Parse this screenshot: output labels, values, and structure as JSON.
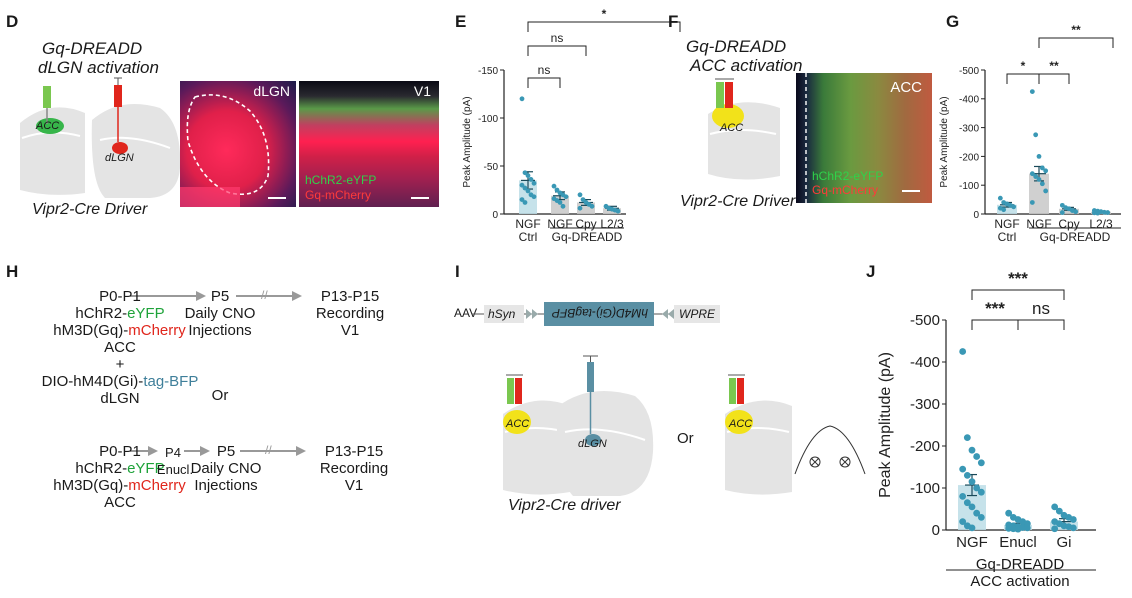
{
  "panels": {
    "D": {
      "label": "D",
      "title_line1": "Gq-DREADD",
      "title_line2": "dLGN activation",
      "region_acc": "ACC",
      "region_dlgn": "dLGN",
      "driver": "Vipr2-Cre Driver",
      "micro_left_label": "dLGN",
      "micro_right_label": "V1",
      "legend_green": "hChR2-eYFP",
      "legend_red": "Gq-mCherry"
    },
    "E": {
      "label": "E",
      "sig_top": "*",
      "sig_mid": "ns",
      "sig_low": "ns",
      "x_group_label": "Gq-DREADD"
    },
    "F": {
      "label": "F",
      "title_line1": "Gq-DREADD",
      "title_line2": "ACC activation",
      "region_acc": "ACC",
      "driver": "Vipr2-Cre Driver",
      "micro_label": "ACC",
      "legend_green": "hChR2-eYFP",
      "legend_red": "Gq-mCherry"
    },
    "G": {
      "label": "G",
      "sig_top": "**",
      "sig_left": "*",
      "sig_right": "**",
      "x_group_label": "Gq-DREADD"
    },
    "H": {
      "label": "H",
      "row1": {
        "p0": "P0-P1",
        "p5": "P5",
        "p13": "P13-P15",
        "l2a": "hChR2-",
        "l2b": "eYFP",
        "l3a": "hM3D(Gq)-",
        "l3b": "mCherry",
        "l4": "ACC",
        "l5": "+",
        "l6a": "DIO-hM4D(Gi)-",
        "l6b": "tag-BFP",
        "l7": "dLGN",
        "daily": "Daily CNO",
        "inj": "Injections",
        "rec": "Recording",
        "v1": "V1",
        "or": "Or",
        "break": "//"
      },
      "row2": {
        "p0": "P0-P1",
        "p4": "P4",
        "p5": "P5",
        "p13": "P13-P15",
        "enucl": "Enucl.",
        "l2a": "hChR2-",
        "l2b": "eYFP",
        "l3a": "hM3D(Gq)-",
        "l3b": "mCherry",
        "l4": "ACC",
        "daily": "Daily CNO",
        "inj": "Injections",
        "rec": "Recording",
        "v1": "V1",
        "break": "//"
      }
    },
    "I": {
      "label": "I",
      "aav": "AAV",
      "hsyn": "hSyn",
      "construct": "hM4D(Gi)-tagBFP",
      "wpre": "WPRE",
      "region_acc1": "ACC",
      "region_dlgn": "dLGN",
      "region_acc2": "ACC",
      "or": "Or",
      "driver": "Vipr2-Cre driver"
    },
    "J": {
      "label": "J",
      "sig_top": "***",
      "sig_left": "***",
      "sig_right": "ns",
      "sub1": "Gq-DREADD",
      "sub2": "ACC activation"
    }
  },
  "colors": {
    "bar_teal": "#bcdde6",
    "bar_grey": "#c8c8c8",
    "dot_teal": "#3a98b5",
    "green": "#1fa33a",
    "red": "#e0261c",
    "bfp_blue": "#5a8fa3",
    "yellow": "#f2e21a",
    "brain_grey": "#e4e4e4"
  },
  "chart_data": [
    {
      "type": "bar",
      "id": "E",
      "ylabel": "Peak Amplitude (pA)",
      "ylim": [
        -150,
        0
      ],
      "yticks": [
        -150,
        -100,
        -50,
        0
      ],
      "ytick_labels": [
        "-150",
        "-100",
        "-50",
        "0"
      ],
      "categories": [
        "NGF Ctrl",
        "NGF",
        "Cpy",
        "L2/3"
      ],
      "tick_lines": [
        [
          "NGF",
          "Ctrl"
        ],
        [
          "NGF"
        ],
        [
          "Cpy"
        ],
        [
          "L2/3"
        ]
      ],
      "values": [
        -35,
        -19,
        -12,
        -6
      ],
      "errors": [
        9,
        4,
        3,
        2
      ],
      "points": [
        [
          -120,
          -43,
          -40,
          -36,
          -32,
          -30,
          -27,
          -24,
          -20,
          -18,
          -15,
          -12
        ],
        [
          -29,
          -25,
          -22,
          -20,
          -18,
          -16,
          -14,
          -12,
          -8
        ],
        [
          -20,
          -15,
          -12,
          -10,
          -8,
          -6
        ],
        [
          -8,
          -6,
          -5,
          -4,
          -3
        ]
      ]
    },
    {
      "type": "bar",
      "id": "G",
      "ylabel": "Peak Amplitude (pA)",
      "ylim": [
        -500,
        0
      ],
      "yticks": [
        -500,
        -400,
        -300,
        -200,
        -100,
        0
      ],
      "ytick_labels": [
        "-500",
        "-400",
        "-300",
        "-200",
        "-100",
        "0"
      ],
      "categories": [
        "NGF Ctrl",
        "NGF",
        "Cpy",
        "L2/3"
      ],
      "tick_lines": [
        [
          "NGF",
          "Ctrl"
        ],
        [
          "NGF"
        ],
        [
          "Cpy"
        ],
        [
          "L2/3"
        ]
      ],
      "values": [
        -32,
        -140,
        -18,
        -8
      ],
      "errors": [
        8,
        25,
        5,
        2
      ],
      "points": [
        [
          -55,
          -40,
          -35,
          -30,
          -25,
          -20,
          -15
        ],
        [
          -425,
          -275,
          -200,
          -160,
          -150,
          -140,
          -130,
          -120,
          -105,
          -80,
          -40
        ],
        [
          -30,
          -22,
          -18,
          -12,
          -8,
          -5
        ],
        [
          -12,
          -10,
          -8,
          -6,
          -5,
          -4,
          -3
        ]
      ]
    },
    {
      "type": "bar",
      "id": "J",
      "ylabel": "Peak Amplitude (pA)",
      "ylim": [
        -500,
        0
      ],
      "yticks": [
        -500,
        -400,
        -300,
        -200,
        -100,
        0
      ],
      "ytick_labels": [
        "-500",
        "-400",
        "-300",
        "-200",
        "-100",
        "0"
      ],
      "categories": [
        "NGF",
        "Enucl",
        "Gi"
      ],
      "tick_lines": [
        [
          "NGF"
        ],
        [
          "Enucl"
        ],
        [
          "Gi"
        ]
      ],
      "values": [
        -107,
        -12,
        -20
      ],
      "errors": [
        25,
        4,
        7
      ],
      "points": [
        [
          -425,
          -220,
          -190,
          -175,
          -160,
          -145,
          -130,
          -115,
          -100,
          -90,
          -80,
          -65,
          -55,
          -40,
          -30,
          -20,
          -10,
          -5
        ],
        [
          -40,
          -30,
          -25,
          -20,
          -15,
          -12,
          -10,
          -8,
          -6,
          -5,
          -4,
          -3,
          -2
        ],
        [
          -55,
          -45,
          -35,
          -30,
          -25,
          -20,
          -15,
          -10,
          -8,
          -5,
          -3
        ]
      ]
    }
  ]
}
